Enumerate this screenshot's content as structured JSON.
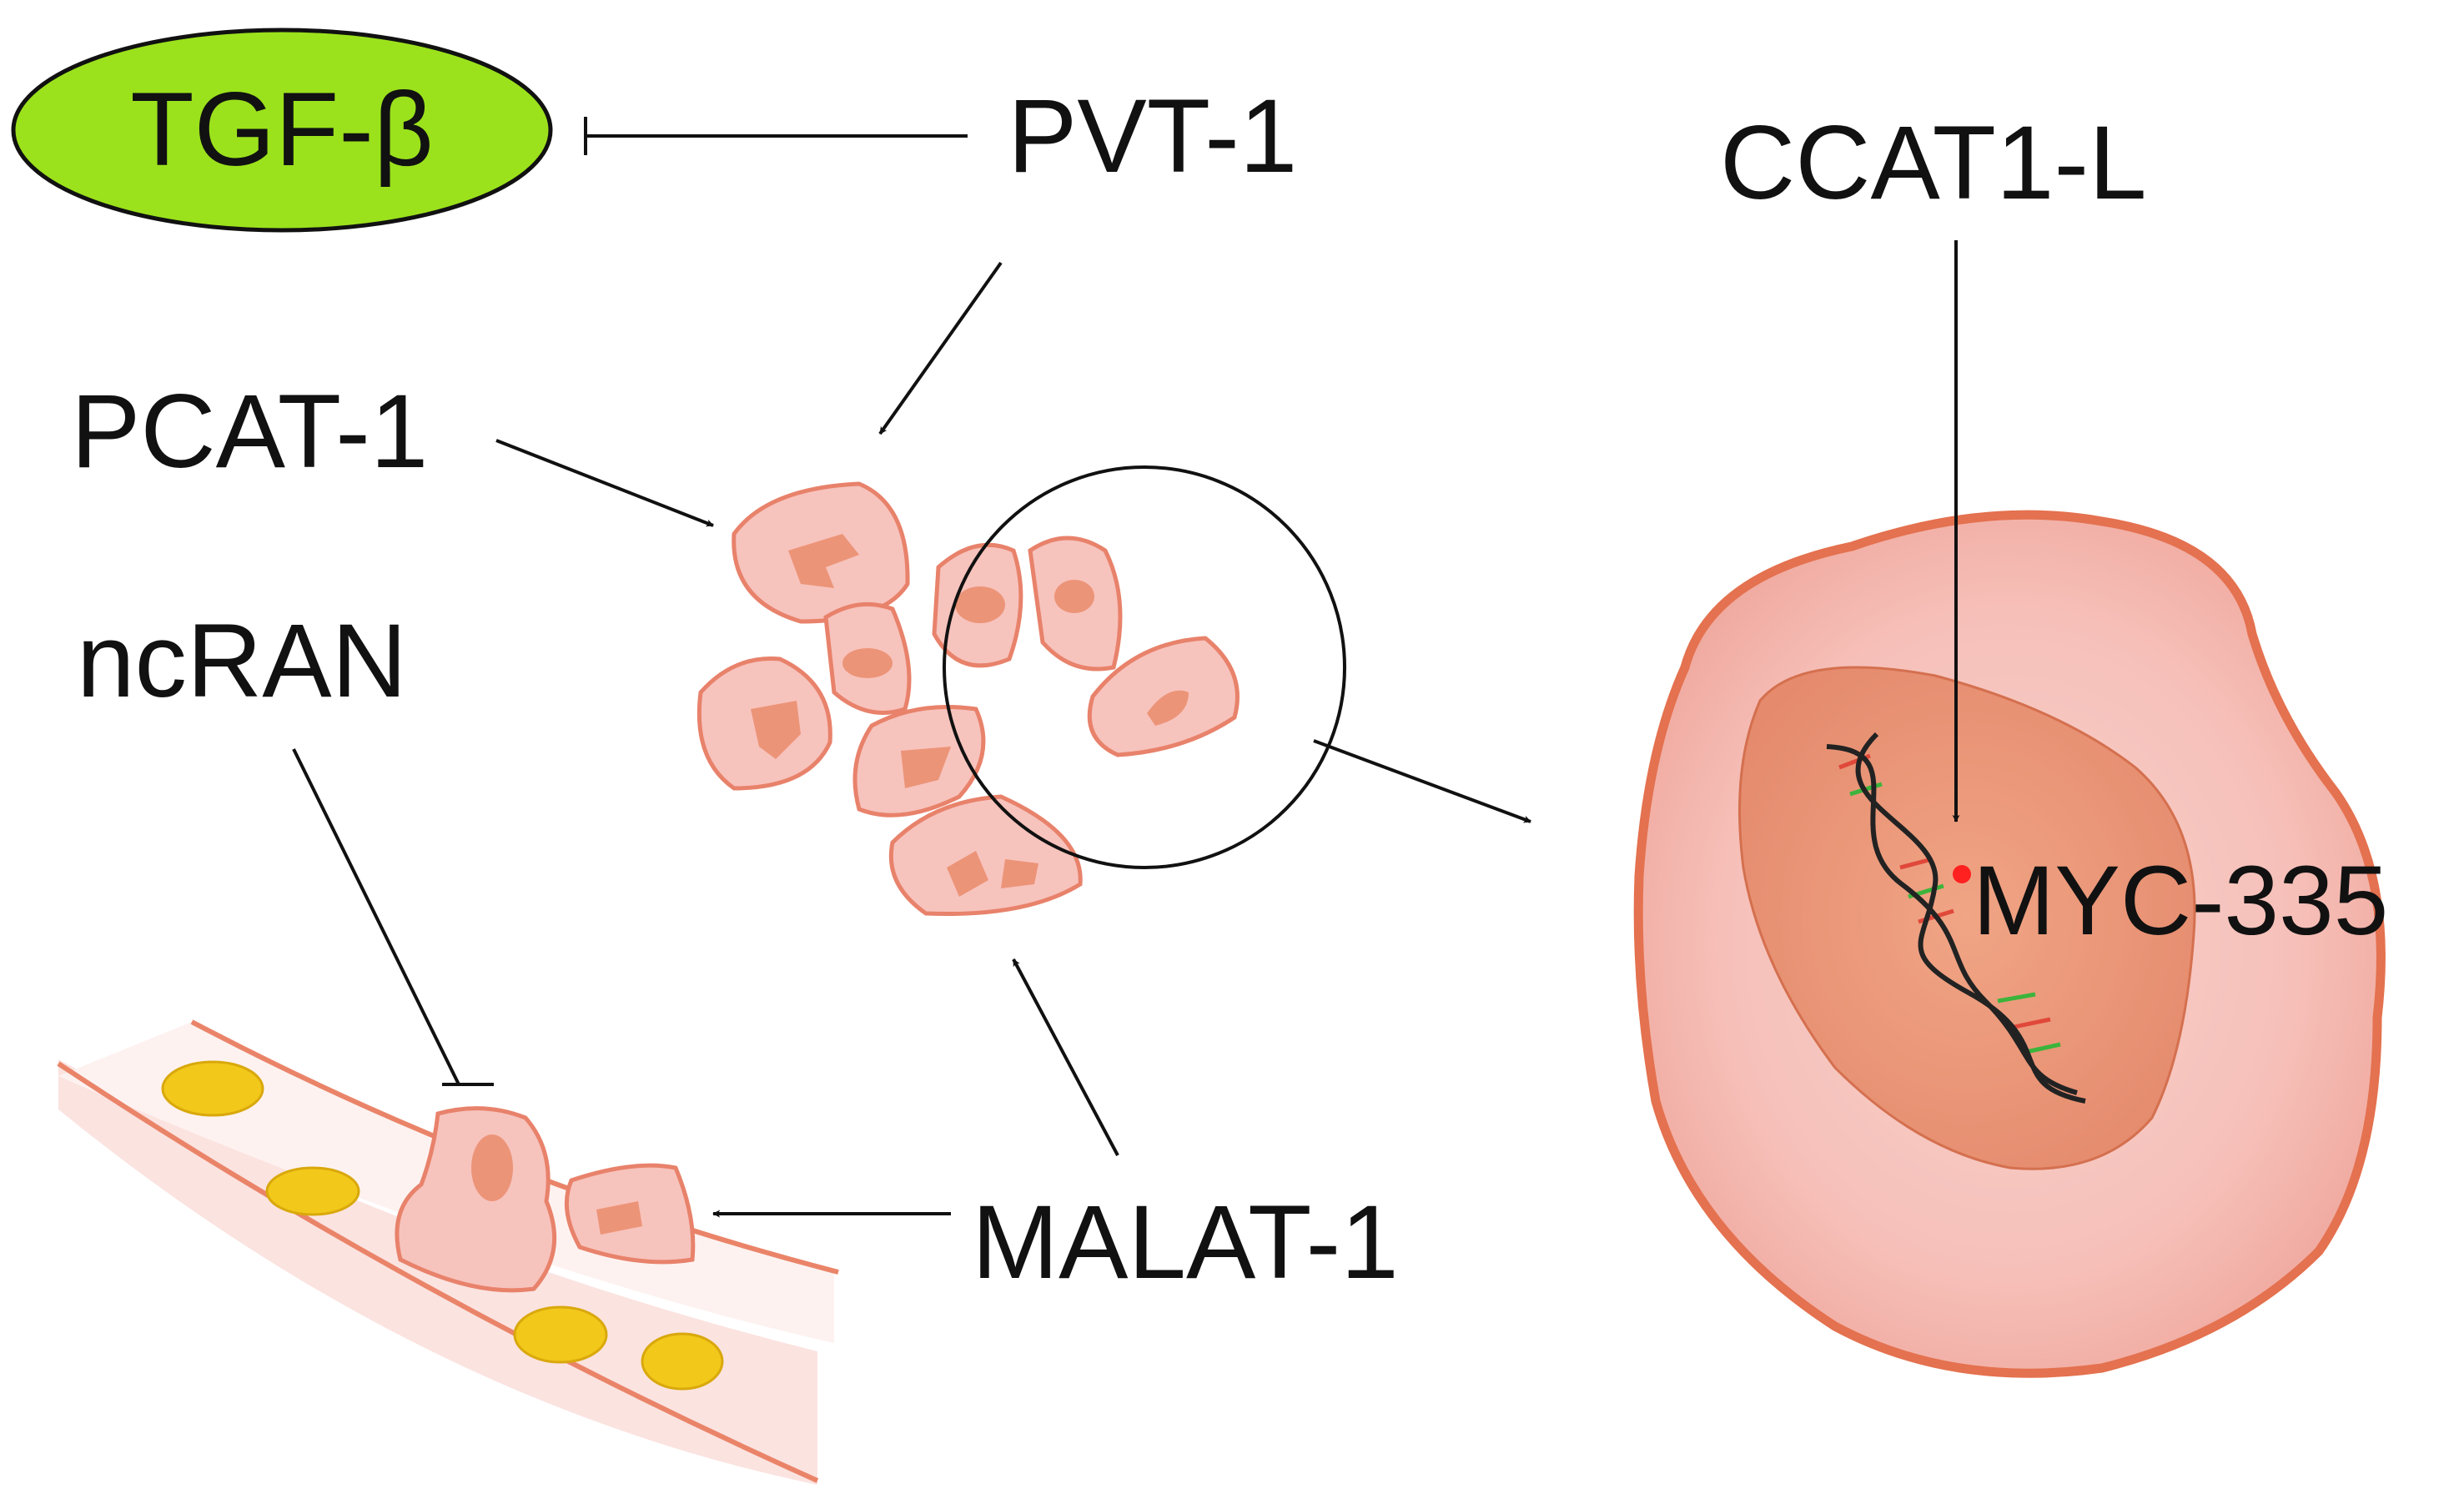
{
  "labels": {
    "tgf": "TGF-β",
    "pvt": "PVT-1",
    "pcat": "PCAT-1",
    "ncran": "ncRAN",
    "malat": "MALAT-1",
    "ccat": "CCAT1-L",
    "myc": "MYC-335"
  },
  "colors": {
    "tgf_fill": "#9be21c",
    "cell_fill": "#f7c3bd",
    "cell_edge": "#e8826b",
    "nucleus": "#ec9478",
    "rbc": "#f2c81a",
    "dna_red": "#e0483a",
    "dna_green": "#3cb43c",
    "myc_dot": "#ff2020"
  }
}
